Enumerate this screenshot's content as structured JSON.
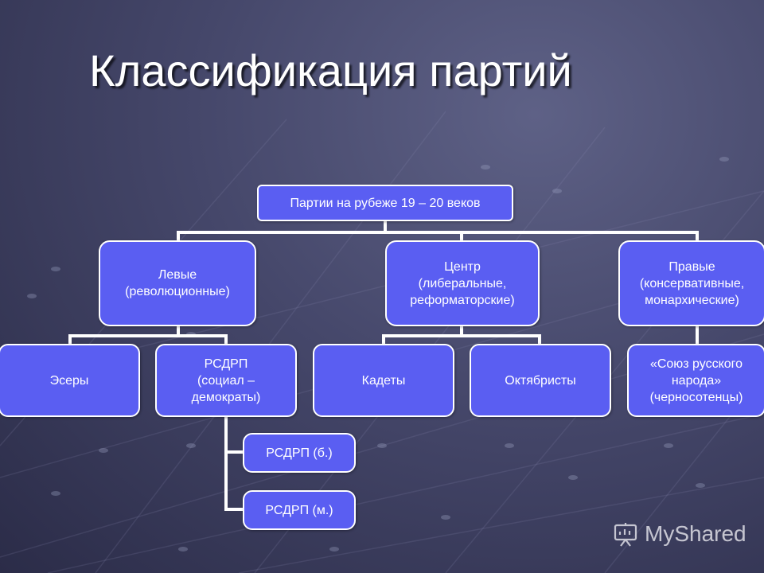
{
  "slide": {
    "title": "Классификация партий"
  },
  "diagram": {
    "root": "Партии на рубеже 19 – 20 веков",
    "left": {
      "label": "Левые\n(революционные)",
      "children": {
        "esery": "Эсеры",
        "rsdrp": "РСДРП\n(социал –\nдемократы)"
      },
      "rsdrp_children": {
        "bolsheviks": "РСДРП (б.)",
        "mensheviks": "РСДРП (м.)"
      }
    },
    "center": {
      "label": "Центр\n(либеральные,\nреформаторские)",
      "children": {
        "kadety": "Кадеты",
        "oktyabristy": "Октябристы"
      }
    },
    "right": {
      "label": "Правые\n(консервативные,\nмонархические)",
      "children": {
        "union": "«Союз русского\nнарода»\n(черносотенцы)"
      }
    }
  },
  "watermark": {
    "text": "MyShared"
  },
  "colors": {
    "node_fill": "#5a5ef2",
    "node_border": "#ffffff",
    "connector": "#ffffff"
  }
}
